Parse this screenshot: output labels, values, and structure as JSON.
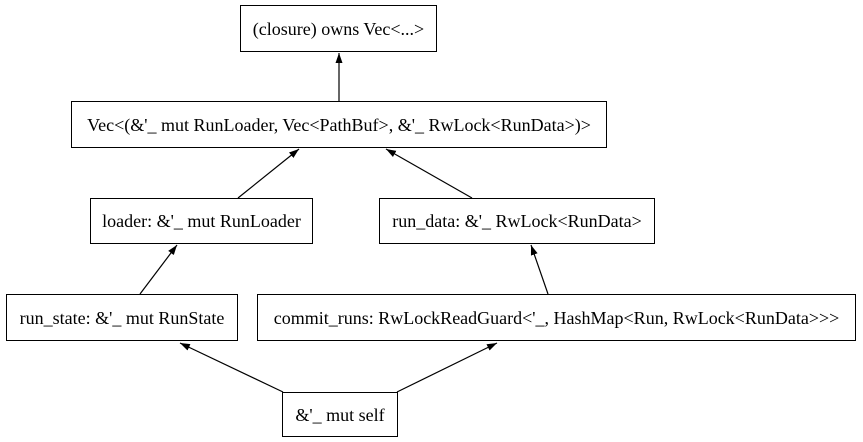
{
  "diagram": {
    "kind": "ownership-borrow-graph",
    "nodes": {
      "closure": {
        "label": "(closure) owns Vec<...>"
      },
      "vec_tuple": {
        "label": "Vec<(&'_ mut RunLoader, Vec<PathBuf>, &'_ RwLock<RunData>)>"
      },
      "loader": {
        "label": "loader: &'_ mut RunLoader"
      },
      "run_data": {
        "label": "run_data: &'_ RwLock<RunData>"
      },
      "run_state": {
        "label": "run_state: &'_ mut RunState"
      },
      "commit_runs": {
        "label": "commit_runs: RwLockReadGuard<'_, HashMap<Run, RwLock<RunData>>>"
      },
      "self_ref": {
        "label": "&'_ mut self"
      }
    },
    "edges": [
      {
        "from": "vec_tuple",
        "to": "closure"
      },
      {
        "from": "loader",
        "to": "vec_tuple"
      },
      {
        "from": "run_data",
        "to": "vec_tuple"
      },
      {
        "from": "run_state",
        "to": "loader"
      },
      {
        "from": "commit_runs",
        "to": "run_data"
      },
      {
        "from": "self_ref",
        "to": "run_state"
      },
      {
        "from": "self_ref",
        "to": "commit_runs"
      }
    ],
    "colors": {
      "background": "#ffffff",
      "node_fill": "#ffffff",
      "node_border": "#000000",
      "text": "#000000",
      "edge": "#000000"
    }
  }
}
